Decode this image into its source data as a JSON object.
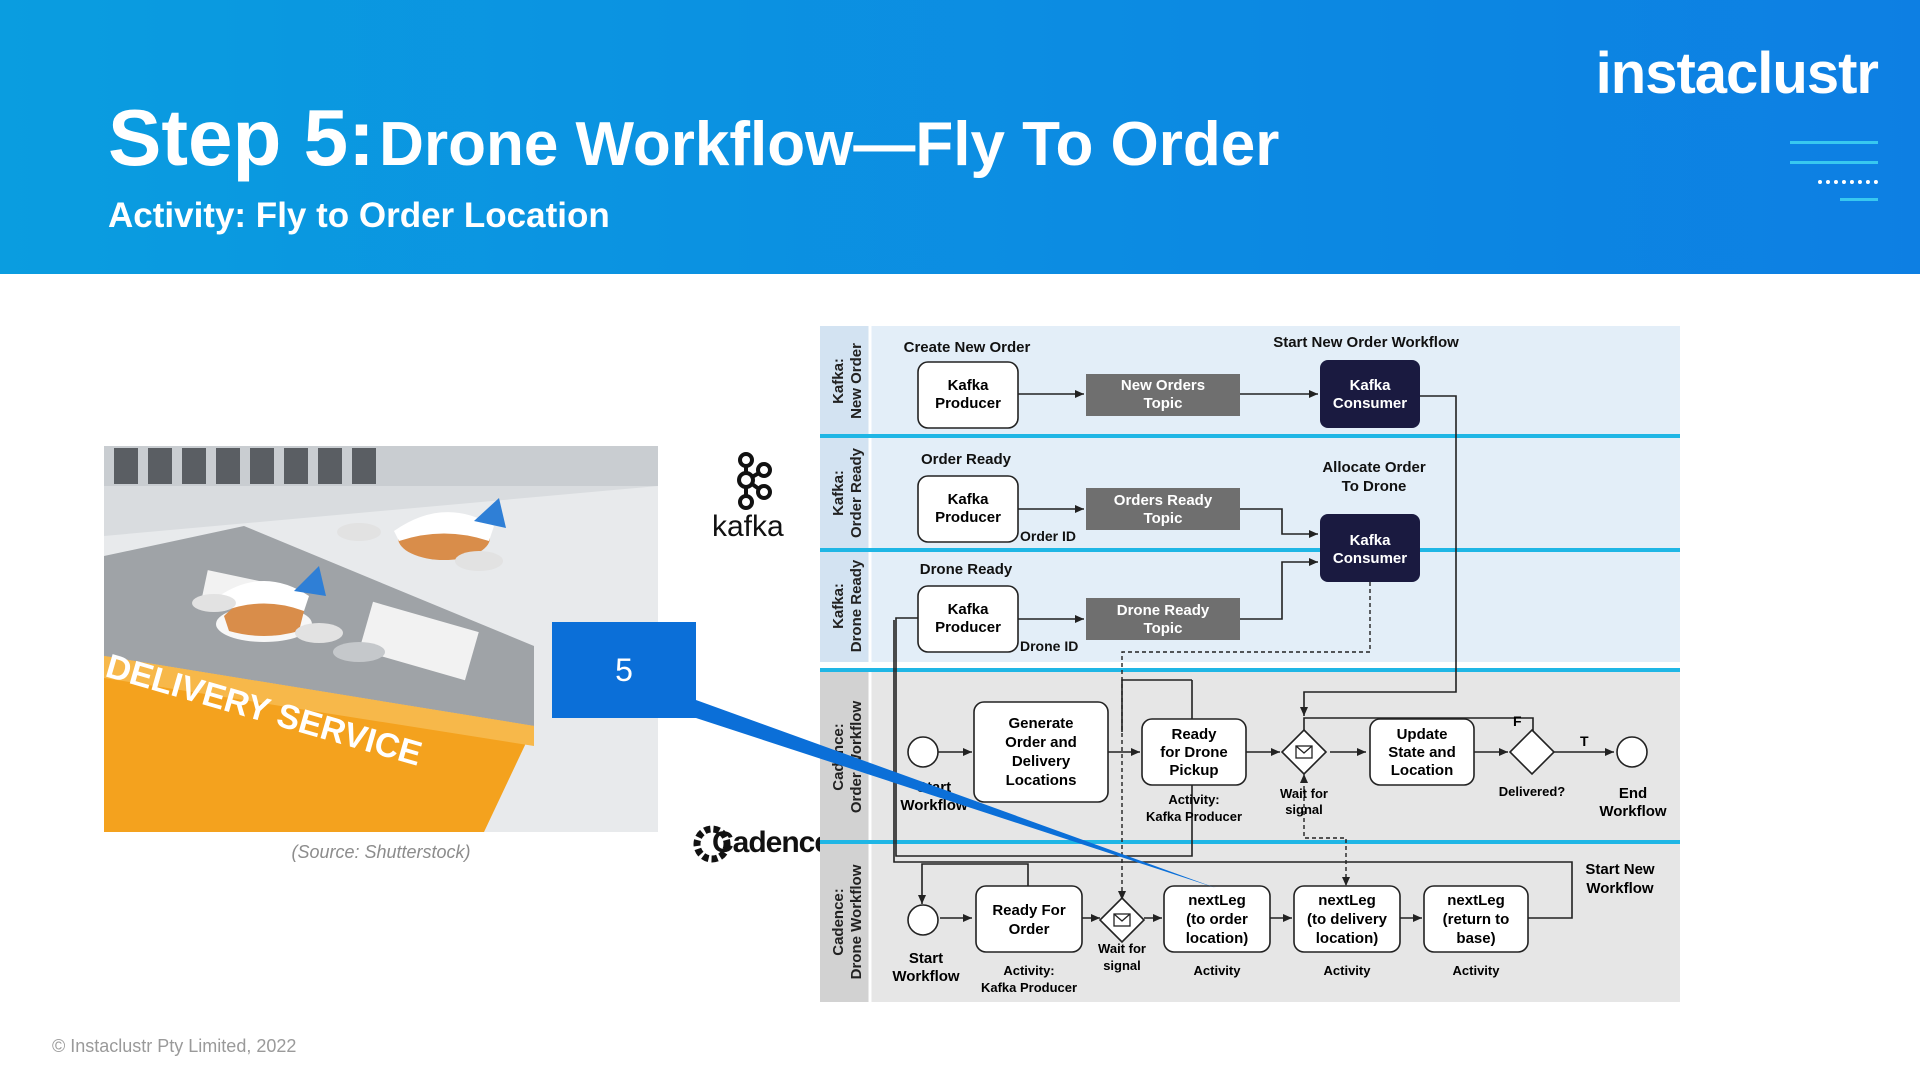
{
  "header": {
    "title_step": "Step 5:",
    "title_main": "Drone Workflow—Fly To Order",
    "subtitle": "Activity: Fly to Order Location",
    "brand": "instaclustr"
  },
  "photo": {
    "sign_text": "DELIVERY SERVICE",
    "source": "(Source: Shutterstock)"
  },
  "logos": {
    "kafka": "kafka",
    "cadence": "Cadence"
  },
  "badge": {
    "label": "5"
  },
  "footer": {
    "copyright": "© Instaclustr Pty Limited, 2022"
  },
  "colors": {
    "header": "#0a9de0",
    "accent": "#0b6fd8",
    "lane_blue": "#e3eef8",
    "lane_gray": "#e6e6e6",
    "topic": "#6f6f6f",
    "consumer": "#1a1a40",
    "divider": "#1fb6e5"
  },
  "diagram": {
    "lanes": [
      {
        "label_1": "Kafka:",
        "label_2": "New Order"
      },
      {
        "label_1": "Kafka:",
        "label_2": "Order Ready"
      },
      {
        "label_1": "Kafka:",
        "label_2": "Drone Ready"
      },
      {
        "label_1": "Cadence:",
        "label_2": "Order Workflow"
      },
      {
        "label_1": "Cadence:",
        "label_2": "Drone Workflow"
      }
    ],
    "new_order": {
      "caption": "Create New Order",
      "producer": [
        "Kafka",
        "Producer"
      ],
      "topic": [
        "New Orders",
        "Topic"
      ],
      "consumer_caption": "Start New Order Workflow",
      "consumer": [
        "Kafka",
        "Consumer"
      ]
    },
    "order_ready": {
      "caption": "Order Ready",
      "producer": [
        "Kafka",
        "Producer"
      ],
      "id_label": "Order ID",
      "topic": [
        "Orders Ready",
        "Topic"
      ],
      "consumer_caption": [
        "Allocate Order",
        "To Drone"
      ],
      "consumer": [
        "Kafka",
        "Consumer"
      ]
    },
    "drone_ready": {
      "caption": "Drone Ready",
      "producer": [
        "Kafka",
        "Producer"
      ],
      "id_label": "Drone ID",
      "topic": [
        "Drone Ready",
        "Topic"
      ]
    },
    "order_workflow": {
      "start_label": [
        "Start",
        "Workflow"
      ],
      "generate": [
        "Generate",
        "Order and",
        "Delivery",
        "Locations"
      ],
      "ready_pickup": [
        "Ready",
        "for Drone",
        "Pickup"
      ],
      "ready_pickup_activity": [
        "Activity:",
        "Kafka Producer"
      ],
      "wait_label": [
        "Wait for",
        "signal"
      ],
      "update": [
        "Update",
        "State and",
        "Location"
      ],
      "decision_label": "Delivered?",
      "false_label": "F",
      "true_label": "T",
      "end_label": [
        "End",
        "Workflow"
      ]
    },
    "drone_workflow": {
      "start_label": [
        "Start",
        "Workflow"
      ],
      "ready_order": [
        "Ready For",
        "Order"
      ],
      "ready_order_activity": [
        "Activity:",
        "Kafka Producer"
      ],
      "wait_label": [
        "Wait for",
        "signal"
      ],
      "leg1": [
        "nextLeg",
        "(to order",
        "location)"
      ],
      "leg2": [
        "nextLeg",
        "(to delivery",
        "location)"
      ],
      "leg3": [
        "nextLeg",
        "(return to",
        "base)"
      ],
      "activity": "Activity",
      "restart_label": [
        "Start New",
        "Workflow"
      ]
    }
  }
}
